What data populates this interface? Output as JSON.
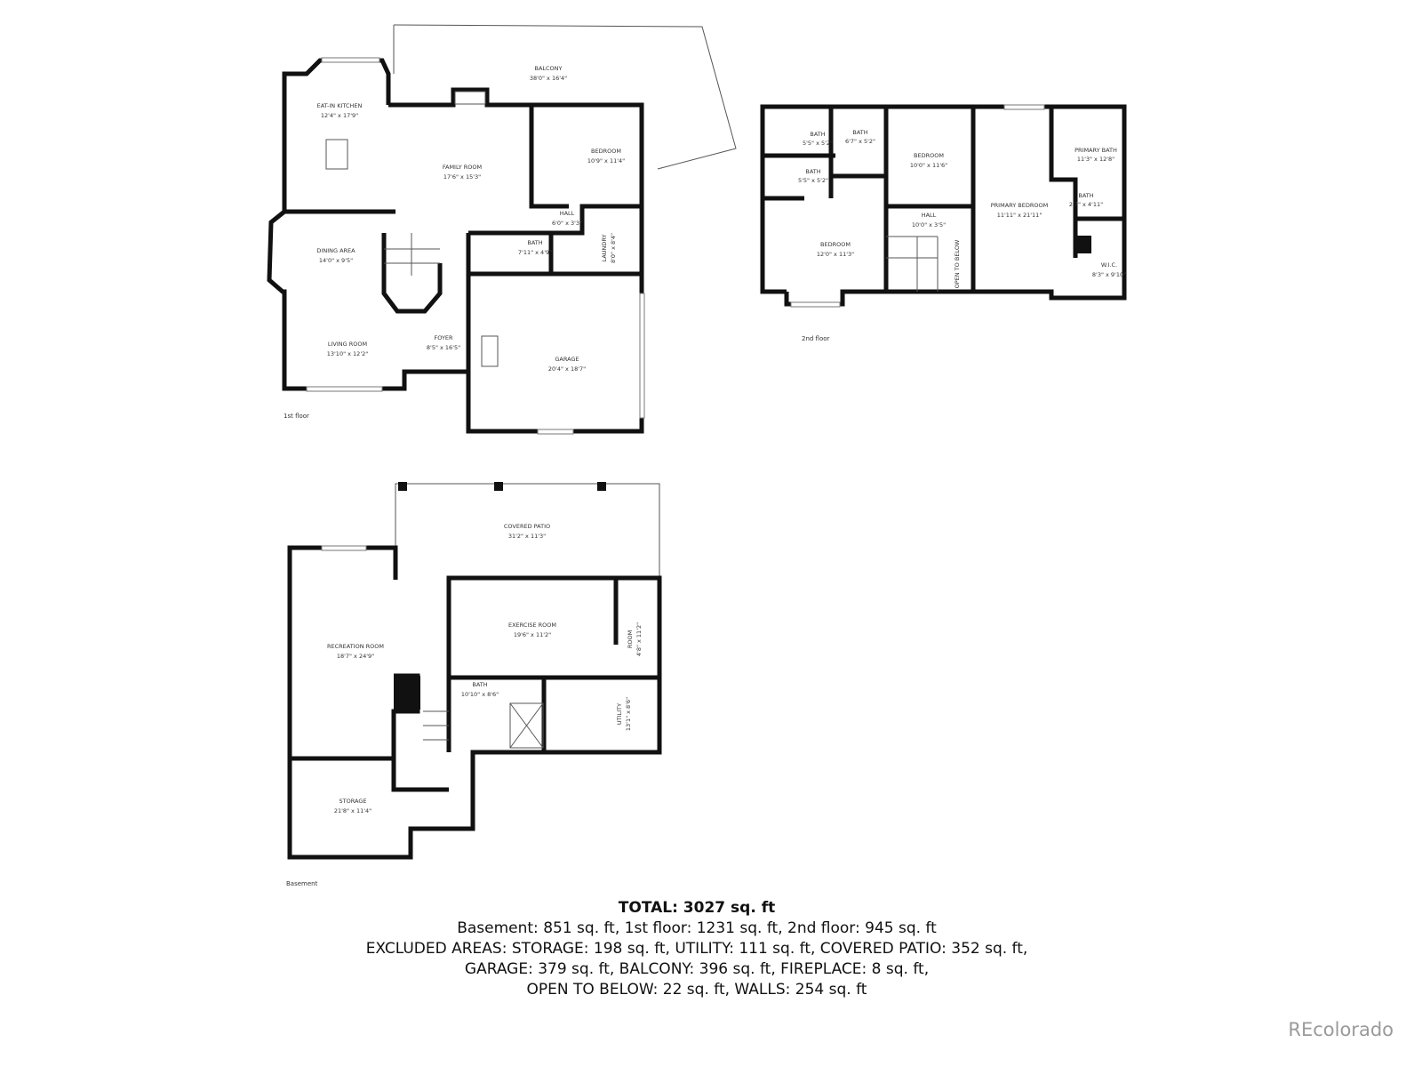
{
  "floors": {
    "first": {
      "label": "1st floor",
      "rooms": [
        {
          "name": "BALCONY",
          "dims": "38'0\" x 16'4\""
        },
        {
          "name": "EAT-IN KITCHEN",
          "dims": "12'4\" x 17'9\""
        },
        {
          "name": "FAMILY ROOM",
          "dims": "17'6\" x 15'3\""
        },
        {
          "name": "BEDROOM",
          "dims": "10'9\" x 11'4\""
        },
        {
          "name": "HALL",
          "dims": "6'0\" x 3'3\""
        },
        {
          "name": "DINING AREA",
          "dims": "14'0\" x 9'5\""
        },
        {
          "name": "BATH",
          "dims": "7'11\" x 4'9\""
        },
        {
          "name": "LAUNDRY",
          "dims": "8'0\" x 8'4\""
        },
        {
          "name": "LIVING ROOM",
          "dims": "13'10\" x 12'2\""
        },
        {
          "name": "FOYER",
          "dims": "8'5\" x 16'5\""
        },
        {
          "name": "GARAGE",
          "dims": "20'4\" x 18'7\""
        }
      ]
    },
    "second": {
      "label": "2nd floor",
      "rooms": [
        {
          "name": "BATH",
          "dims": "5'5\" x 5'2\""
        },
        {
          "name": "BATH",
          "dims": "6'7\" x 5'2\""
        },
        {
          "name": "BEDROOM",
          "dims": "10'0\" x 11'6\""
        },
        {
          "name": "BATH",
          "dims": "5'5\" x 5'2\""
        },
        {
          "name": "PRIMARY BATH",
          "dims": "11'3\" x 12'8\""
        },
        {
          "name": "BATH",
          "dims": "2'7\" x 4'11\""
        },
        {
          "name": "HALL",
          "dims": "10'0\" x 3'5\""
        },
        {
          "name": "PRIMARY BEDROOM",
          "dims": "11'11\" x 21'11\""
        },
        {
          "name": "BEDROOM",
          "dims": "12'0\" x 11'3\""
        },
        {
          "name": "W.I.C.",
          "dims": "8'3\" x 9'10\""
        },
        {
          "name": "OPEN TO BELOW",
          "dims": ""
        }
      ]
    },
    "basement": {
      "label": "Basement",
      "rooms": [
        {
          "name": "COVERED PATIO",
          "dims": "31'2\" x 11'3\""
        },
        {
          "name": "EXERCISE ROOM",
          "dims": "19'6\" x 11'2\""
        },
        {
          "name": "ROOM",
          "dims": "4'8\" x 11'2\""
        },
        {
          "name": "RECREATION ROOM",
          "dims": "18'7\" x 24'9\""
        },
        {
          "name": "BATH",
          "dims": "10'10\" x 8'6\""
        },
        {
          "name": "UTILITY",
          "dims": "13'1\" x 8'6\""
        },
        {
          "name": "STORAGE",
          "dims": "21'8\" x 11'4\""
        }
      ]
    }
  },
  "summary": {
    "total": "TOTAL: 3027 sq. ft",
    "line1": "Basement: 851 sq. ft, 1st floor: 1231 sq. ft, 2nd floor: 945 sq. ft",
    "line2": "EXCLUDED AREAS: STORAGE: 198 sq. ft, UTILITY: 111 sq. ft, COVERED PATIO: 352 sq. ft,",
    "line3": "GARAGE: 379 sq. ft, BALCONY: 396 sq. ft, FIREPLACE: 8 sq. ft,",
    "line4": "OPEN TO BELOW: 22 sq. ft, WALLS: 254 sq. ft"
  },
  "logo": "REcolorado",
  "colors": {
    "wall": "#111111",
    "text": "#333333",
    "logo": "#9a9a9a"
  }
}
